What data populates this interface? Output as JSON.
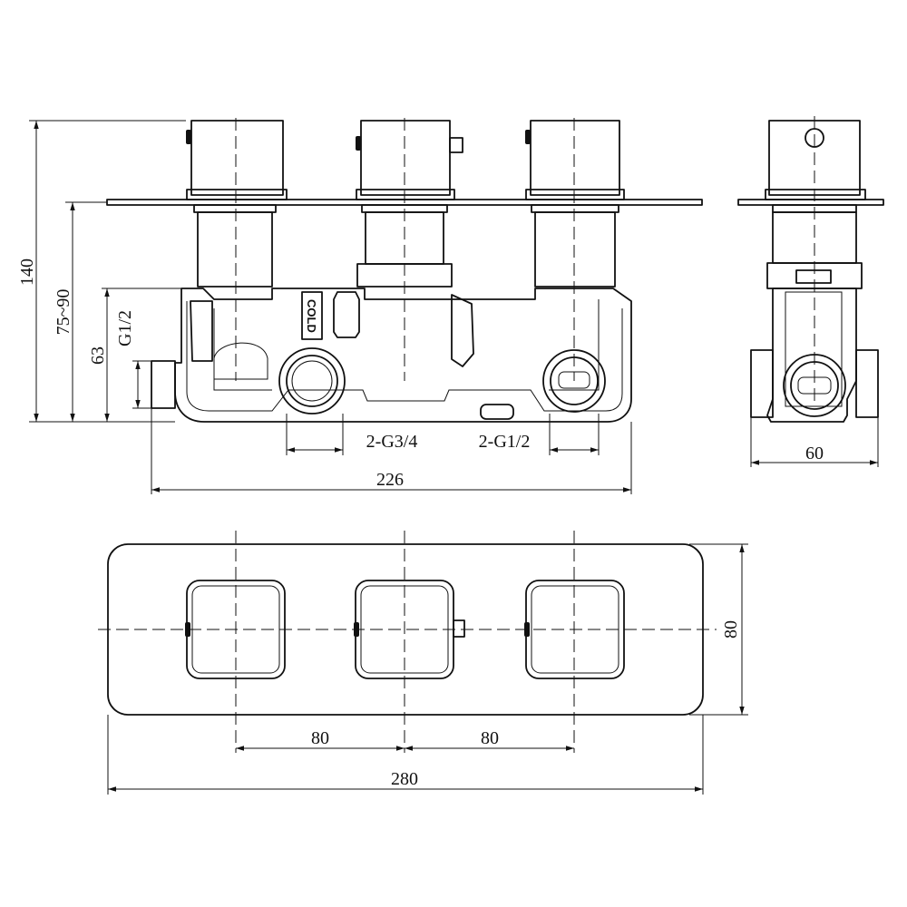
{
  "front_view": {
    "dims": {
      "overall_height": "140",
      "to_plate": "75~90",
      "outlet_thread": "G1/2",
      "outlet_height": "63",
      "hot_inlets": "2-G3/4",
      "cold_inlets": "2-G1/2",
      "body_width": "226"
    },
    "stamp": "COLD"
  },
  "side_view": {
    "dims": {
      "depth": "60"
    }
  },
  "plate_view": {
    "dims": {
      "spacing_left": "80",
      "spacing_right": "80",
      "width": "280",
      "height": "80"
    }
  }
}
